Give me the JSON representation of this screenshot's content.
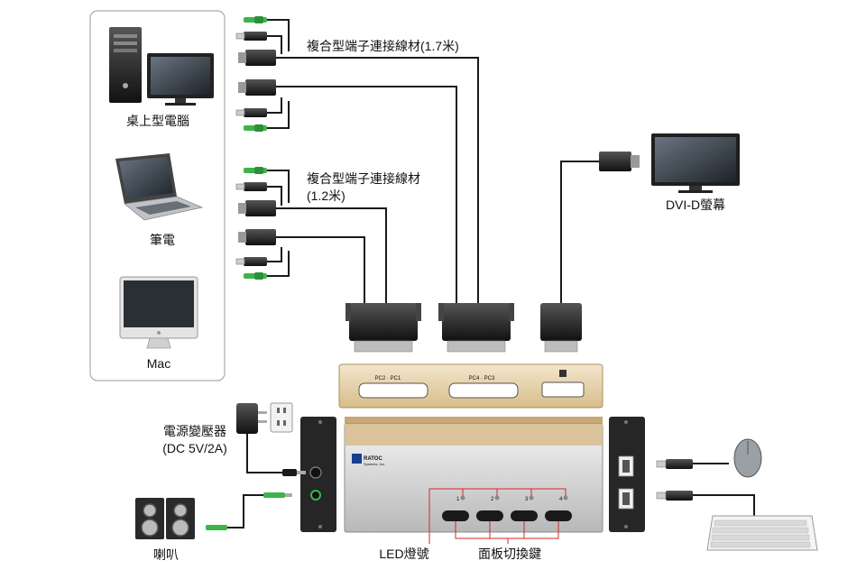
{
  "devices": {
    "desktop": "桌上型電腦",
    "laptop": "筆電",
    "mac": "Mac",
    "monitor": "DVI-D螢幕",
    "adapter_line1": "電源變壓器",
    "adapter_line2": "(DC 5V/2A)",
    "speaker": "喇叭"
  },
  "cables": {
    "long": "複合型端子連接線材(1.7米)",
    "short_line1": "複合型端子連接線材",
    "short_line2": "(1.2米)"
  },
  "kvm": {
    "brand_logo": "RATOC",
    "brand_sub": "Systems, Inc.",
    "port_label_left": "PC2 · PC1",
    "port_label_right": "PC4 · PC3",
    "buttons": [
      "1",
      "2",
      "3",
      "4"
    ]
  },
  "callouts": {
    "led": "LED燈號",
    "buttons": "面板切換鍵"
  },
  "colors": {
    "cable": "#1a1a1a",
    "audio_plug": "#3cb44a",
    "callout_line": "#d12a2a",
    "panel_border": "#999999"
  }
}
